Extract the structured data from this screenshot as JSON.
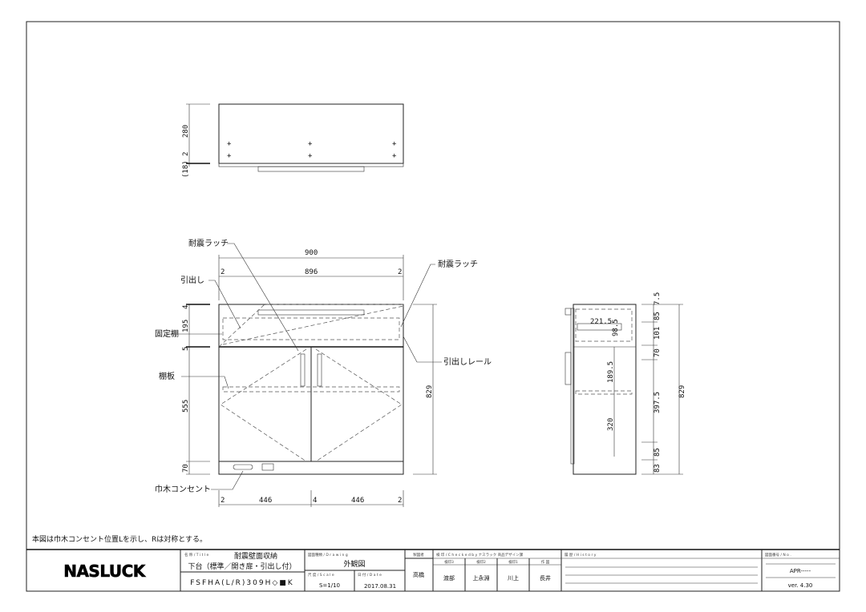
{
  "drawing": {
    "top_view": {
      "dims": {
        "depth": "280",
        "offset": "(18) 2"
      }
    },
    "front_view": {
      "labels": {
        "latch_left": "耐震ラッチ",
        "latch_right": "耐震ラッチ",
        "drawer": "引出し",
        "fixed_shelf": "固定棚",
        "shelf_board": "棚板",
        "drawer_rail": "引出しレール",
        "baseboard_outlet": "巾木コンセント"
      },
      "dims": {
        "overall_width": "900",
        "inner_width": "896",
        "side_left": "2",
        "side_right": "2",
        "top": "4",
        "drawer_height": "195",
        "shelf": "5",
        "door_height": "555",
        "base": "70",
        "total_height": "829",
        "bottom_left": "2",
        "door_left": "446",
        "gap": "4",
        "door_right": "446",
        "bottom_right": "2"
      }
    },
    "side_view": {
      "dims": {
        "d1": "7.5",
        "d2": "85",
        "d3": "101",
        "d4": "70",
        "d5": "397.5",
        "d6": "85",
        "d7": "83",
        "total": "829",
        "inner1": "221.5",
        "inner2": "98.5",
        "inner3": "189.5",
        "inner4": "320"
      }
    }
  },
  "note": "本図は巾木コンセント位置Lを示し、Rは対称とする。",
  "title_block": {
    "logo": "NASLUCK",
    "title_caption": "名 称 / T i t l e",
    "title_line1": "耐震壁面収納",
    "title_line2": "下台（標準／開き扉・引出し付）",
    "model": "FSFHA(L/R)309H◇■K",
    "drawing_caption": "図面種類 / D r a w i n g",
    "drawing_type": "外観図",
    "scale_caption": "尺 度 / S c a l e",
    "scale": "S=1/10",
    "date_caption": "日 付 / D a t e",
    "date": "2017.08.31",
    "drawn_caption": "製図者",
    "drawn_by": "高橋",
    "check_caption": "検 印 / C h e c k  e d  b y  ナスラック 商品デザイン課",
    "checkers": [
      {
        "role": "検印3",
        "name": "渡部"
      },
      {
        "role": "検印2",
        "name": "上永淵"
      },
      {
        "role": "検印1",
        "name": "川上"
      },
      {
        "role": "作 図",
        "name": "長井"
      }
    ],
    "history_caption": "履 歴 / H i s t o r y",
    "no_caption": "図面番号 / N o .",
    "number": "APR-----",
    "version": "ver. 4.30"
  }
}
